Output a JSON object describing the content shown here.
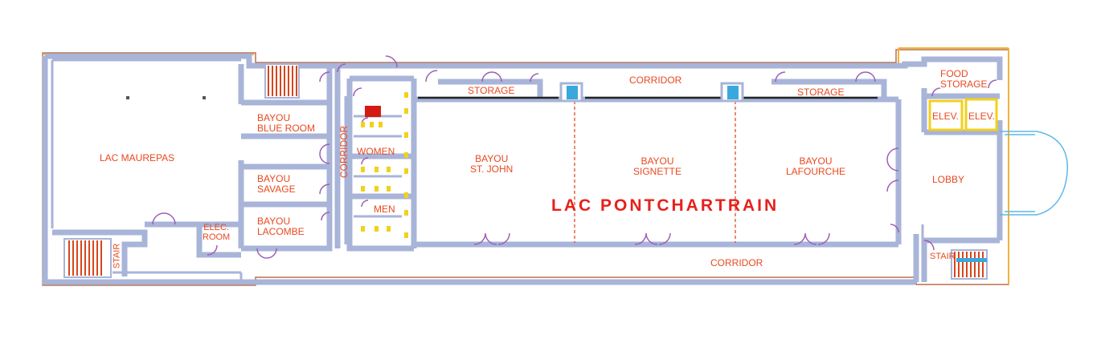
{
  "colors": {
    "wall": "#a8b4d8",
    "outer_line": "#b9714a",
    "outer_accent": "#f3b23a",
    "label": "#e8491f",
    "main_label": "#e6211c",
    "door": "#9c5fb8",
    "stair": "#d8461c",
    "elevator": "#39a8dc",
    "fixture": "#f2d11b",
    "canopy": "#5bb9e6",
    "red_block": "#d41a14"
  },
  "rooms": {
    "lac_maurepas": "LAC MAUREPAS",
    "bayou_blue_room": "BAYOU\nBLUE ROOM",
    "bayou_savage": "BAYOU\nSAVAGE",
    "bayou_lacombe": "BAYOU\nLACOMBE",
    "elec_room": "ELEC.\nROOM",
    "stair_left": "STAIR",
    "corridor_vertical": "CORRIDOR",
    "women": "WOMEN",
    "men": "MEN",
    "storage_left": "STORAGE",
    "corridor_top": "CORRIDOR",
    "storage_right": "STORAGE",
    "bayou_st_john": "BAYOU\nST. JOHN",
    "bayou_signette": "BAYOU\nSIGNETTE",
    "bayou_lafourche": "BAYOU\nLAFOURCHE",
    "lac_pontchartrain": "LAC PONTCHARTRAIN",
    "corridor_bottom": "CORRIDOR",
    "food_storage": "FOOD\nSTORAGE",
    "elev_1": "ELEV.",
    "elev_2": "ELEV.",
    "lobby": "LOBBY",
    "stair_right": "STAIR"
  }
}
